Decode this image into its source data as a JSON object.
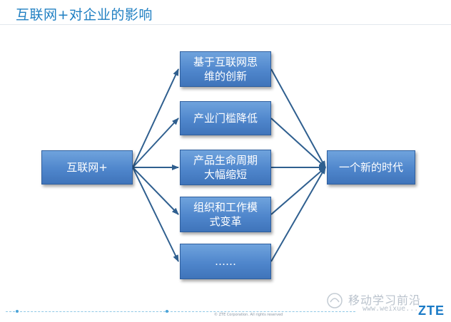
{
  "title": "互联网+对企业的影响",
  "source_node": {
    "label": "互联网+"
  },
  "middle_nodes": [
    {
      "lines": [
        "基于互联网思",
        "维的创新"
      ]
    },
    {
      "lines": [
        "产业门槛降低"
      ]
    },
    {
      "lines": [
        "产品生命周期",
        "大幅缩短"
      ]
    },
    {
      "lines": [
        "组织和工作模",
        "式变革"
      ]
    },
    {
      "lines": [
        "……"
      ]
    }
  ],
  "target_node": {
    "label": "一个新的时代"
  },
  "footer": {
    "copyright": "© ZTE Corporation. All rights reserved"
  },
  "watermark": {
    "name": "移动学习前沿",
    "url": "www.weixue..."
  },
  "brand": {
    "logo_text": "ZTE"
  },
  "colors": {
    "title": "#1f7fc2",
    "box_fill": "#4f86cc",
    "arrow": "#2f5f8f"
  }
}
